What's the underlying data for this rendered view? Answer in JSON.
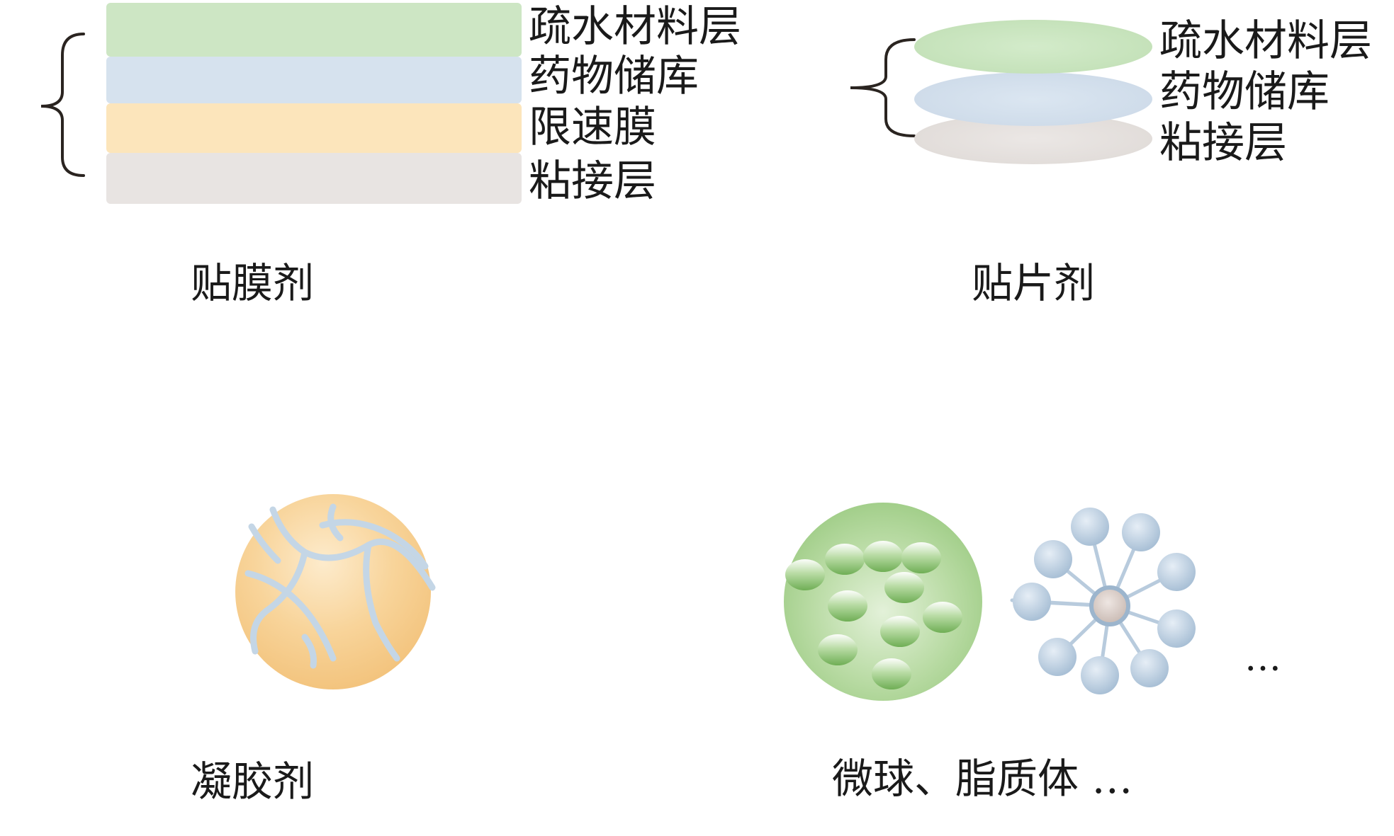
{
  "film_patch": {
    "caption": "贴膜剂",
    "layers": [
      {
        "label": "疏水材料层",
        "color": "#cde6c4"
      },
      {
        "label": "药物储库",
        "color": "#d6e2ee"
      },
      {
        "label": "限速膜",
        "color": "#fce5bb"
      },
      {
        "label": "粘接层",
        "color": "#e8e4e2"
      }
    ]
  },
  "patch": {
    "caption": "贴片剂",
    "layers": [
      {
        "label": "疏水材料层",
        "color": "#cde6c4"
      },
      {
        "label": "药物储库",
        "color": "#d6e2ee"
      },
      {
        "label": "粘接层",
        "color": "#e8e4e2"
      }
    ]
  },
  "gel": {
    "caption": "凝胶剂",
    "colors": {
      "outer": "#fde7c2",
      "inner": "#f3c47e",
      "fiber": "#c4d6e6"
    }
  },
  "particles": {
    "caption": "微球、脂质体 …",
    "ellipsis": "…",
    "colors": {
      "sphere": "#a8d190",
      "bead": "#6fae55",
      "liposome": "#b3c8dc",
      "core": "#d2c5bf"
    }
  },
  "bracket_color": "#2a2420"
}
